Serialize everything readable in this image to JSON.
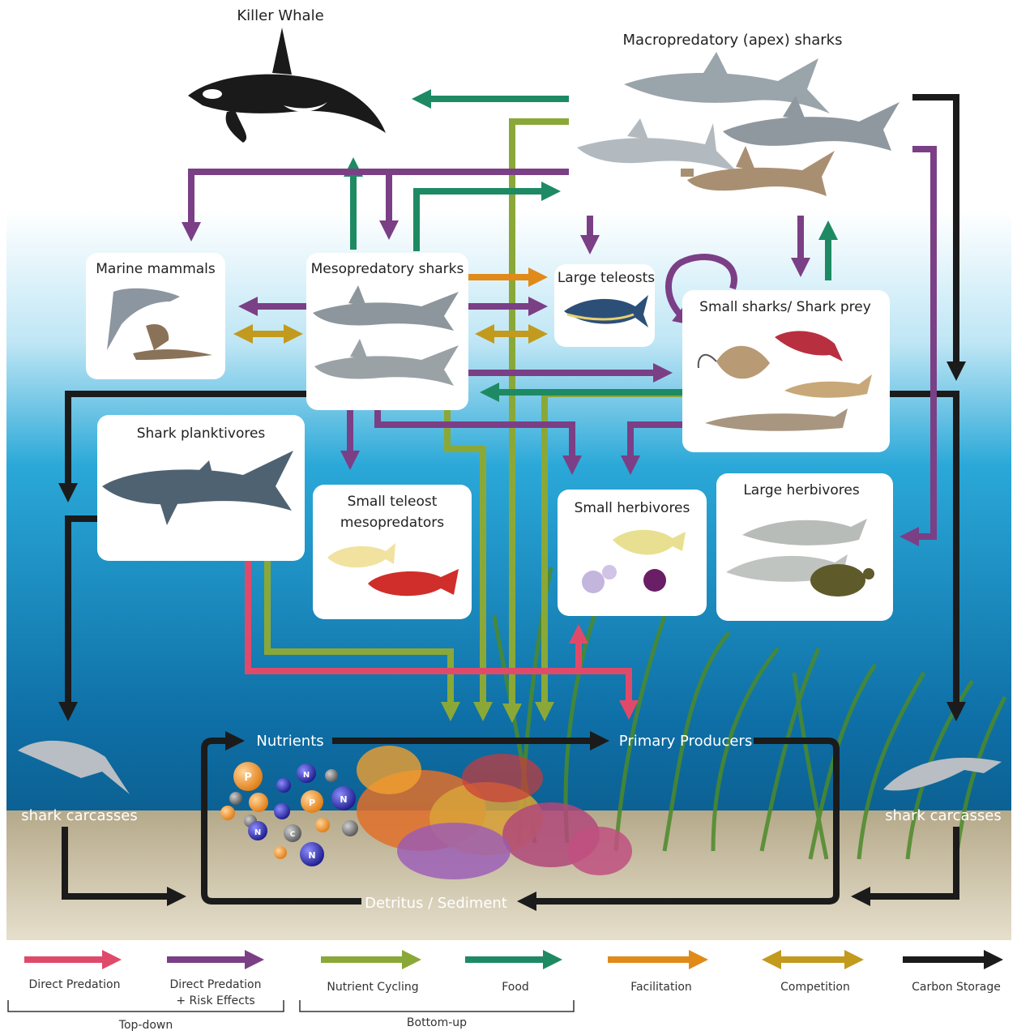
{
  "diagram": {
    "nodes": {
      "killer_whale": "Killer Whale",
      "apex_sharks": "Macropredatory (apex) sharks",
      "marine_mammals": "Marine mammals",
      "mesopredatory_sharks": "Mesopredatory sharks",
      "large_teleosts": "Large teleosts",
      "small_sharks": "Small sharks/ Shark prey",
      "shark_planktivores": "Shark planktivores",
      "small_teleost_line1": "Small teleost",
      "small_teleost_line2": "mesopredators",
      "small_herbivores": "Small herbivores",
      "large_herbivores": "Large herbivores",
      "nutrients": "Nutrients",
      "primary_producers": "Primary Producers",
      "detritus": "Detritus / Sediment",
      "carcass_left": "shark carcasses",
      "carcass_right": "shark carcasses"
    },
    "nutrient_particles": [
      "P",
      "N",
      "C"
    ],
    "colors": {
      "direct_predation": "#e04a6a",
      "predation_risk": "#7b3f86",
      "nutrient_cycling": "#8aa838",
      "food": "#1e8a63",
      "facilitation": "#e08a1a",
      "competition": "#c29a1e",
      "carbon_storage": "#1b1b1b"
    }
  },
  "legend": {
    "items": [
      {
        "line1": "Direct Predation",
        "line2": ""
      },
      {
        "line1": "Direct Predation",
        "line2": "+ Risk Effects"
      },
      {
        "line1": "Nutrient Cycling",
        "line2": ""
      },
      {
        "line1": "Food",
        "line2": ""
      },
      {
        "line1": "Facilitation",
        "line2": ""
      },
      {
        "line1": "Competition",
        "line2": ""
      },
      {
        "line1": "Carbon Storage",
        "line2": ""
      }
    ],
    "groups": {
      "top_down": "Top-down",
      "bottom_up": "Bottom-up"
    }
  }
}
